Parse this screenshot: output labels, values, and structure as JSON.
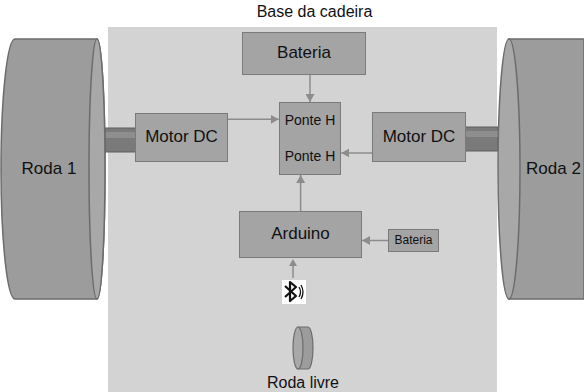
{
  "diagram": {
    "nodes": [
      {
        "text": [
          "Base da cadeira"
        ]
      },
      {
        "text": [
          "Bateria"
        ],
        "in": 0
      },
      {
        "text": [
          "Roda 1"
        ]
      },
      {
        "text": [
          "Motor DC"
        ],
        "in": 0
      },
      {
        "text": [
          "Ponte H",
          "Ponte H"
        ],
        "in": 0
      },
      {
        "text": [
          "Motor DC"
        ],
        "in": 0
      },
      {
        "text": [
          "Roda 2"
        ]
      },
      {
        "text": [
          "Arduino"
        ],
        "in": 0
      },
      {
        "text": [
          "Bateria"
        ],
        "in": 0
      },
      {
        "text": [
          "Roda livre"
        ],
        "in": 0
      }
    ],
    "edges": [
      {
        "from": 1,
        "to": 4,
        "arrow": "to"
      },
      {
        "from": 3,
        "to": 4,
        "arrow": "to"
      },
      {
        "from": 5,
        "to": 4,
        "arrow": "to"
      },
      {
        "from": 7,
        "to": 4,
        "arrow": "to"
      },
      {
        "from": 8,
        "to": 7,
        "arrow": "to"
      }
    ]
  }
}
